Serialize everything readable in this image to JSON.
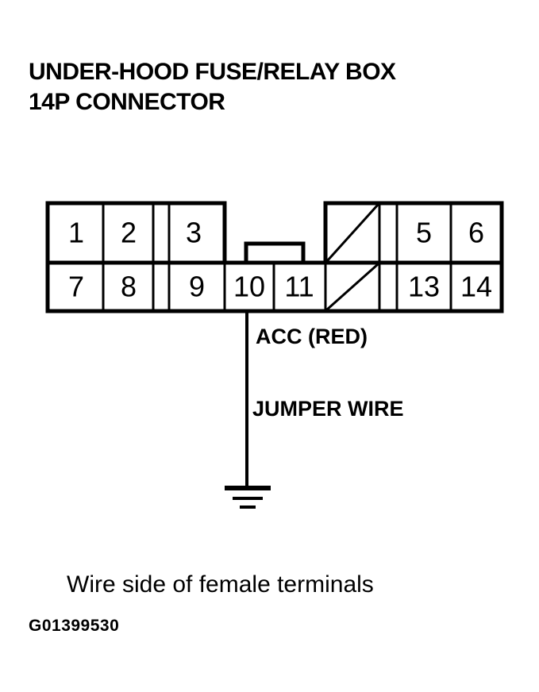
{
  "title": {
    "line1": "UNDER-HOOD FUSE/RELAY BOX",
    "line2": "14P CONNECTOR"
  },
  "connector": {
    "name": "14P connector pin layout",
    "top_row": [
      {
        "label": "1",
        "blank": false
      },
      {
        "label": "2",
        "blank": false
      },
      {
        "label": "3",
        "blank": false
      },
      {
        "label": "",
        "blank": true
      },
      {
        "label": "5",
        "blank": false
      },
      {
        "label": "6",
        "blank": false
      }
    ],
    "bottom_row": [
      {
        "label": "7",
        "blank": false
      },
      {
        "label": "8",
        "blank": false
      },
      {
        "label": "9",
        "blank": false
      },
      {
        "label": "10",
        "blank": false
      },
      {
        "label": "11",
        "blank": false
      },
      {
        "label": "",
        "blank": true
      },
      {
        "label": "13",
        "blank": false
      },
      {
        "label": "14",
        "blank": false
      }
    ],
    "notch": "locking-tab-notch",
    "blank_marker": "diagonal-slash"
  },
  "labels": {
    "acc_wire": "ACC (RED)",
    "jumper_wire": "JUMPER WIRE",
    "ground_symbol": "chassis-ground"
  },
  "caption": "Wire side of female terminals",
  "figure_id": "G01399530",
  "colors": {
    "line": "#000000",
    "background": "#ffffff"
  }
}
